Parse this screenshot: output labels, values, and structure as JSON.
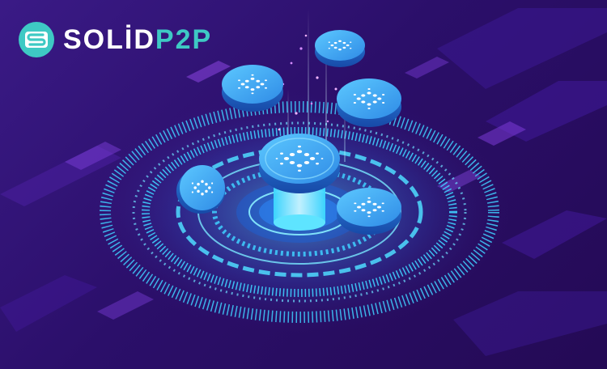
{
  "brand": {
    "name_part1": "SOLİD",
    "name_part2": "P2P",
    "logo_icon": "s-swap-icon",
    "text_color": "#ffffff",
    "accent_color": "#3ec9c4"
  },
  "illustration": {
    "subject": "cardano-coins-staking-platform",
    "coin_icon": "cardano-logo-icon",
    "coin_count": 6,
    "palette": {
      "background": "#2b0f6a",
      "glow": "#3fd0ff",
      "coin_face": "#3aa6f2",
      "coin_edge": "#1d5fc4",
      "streak": "#7a3bd6"
    }
  }
}
